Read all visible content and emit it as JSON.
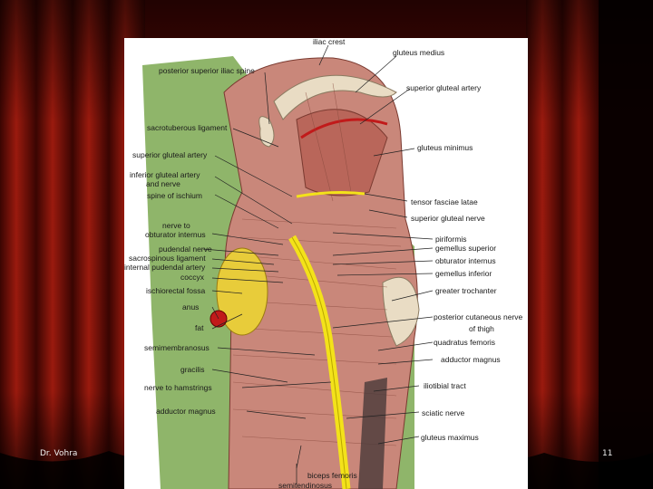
{
  "footer": {
    "author": "Dr. Vohra",
    "page_number": "11"
  },
  "labels": {
    "iliac_crest": "iliac crest",
    "gluteus_medius": "gluteus medius",
    "posterior_superior_iliac_spine": "posterior superior iliac spine",
    "superior_gluteal_artery_right": "superior gluteal artery",
    "sacrotuberous_ligament": "sacrotuberous ligament",
    "gluteus_minimus": "gluteus minimus",
    "superior_gluteal_artery_left": "superior gluteal artery",
    "inferior_gluteal_artery": "inferior gluteal artery",
    "and_nerve": "and nerve",
    "spine_of_ischium": "spine of ischium",
    "tensor_fasciae_latae": "tensor fasciae latae",
    "superior_gluteal_nerve": "superior gluteal nerve",
    "nerve_to": "nerve to",
    "obturator_internus_left": "obturator internus",
    "piriformis": "piriformis",
    "pudendal_nerve": "pudendal nerve",
    "gemellus_superior": "gemellus superior",
    "sacrospinous_ligament": "sacrospinous ligament",
    "obturator_internus_right": "obturator internus",
    "internal_pudendal_artery": "internal pudendal artery",
    "gemellus_inferior": "gemellus inferior",
    "coccyx": "coccyx",
    "ischiorectal_fossa": "ischiorectal fossa",
    "greater_trochanter": "greater trochanter",
    "anus": "anus",
    "posterior_cutaneous_nerve": "posterior cutaneous nerve",
    "of_thigh": "of thigh",
    "fat": "fat",
    "quadratus_femoris": "quadratus femoris",
    "semimembranosus": "semimembranosus",
    "adductor_magnus_right": "adductor magnus",
    "gracilis": "gracilis",
    "nerve_to_hamstrings": "nerve to hamstrings",
    "iliotibial_tract": "iliotibial tract",
    "adductor_magnus_left": "adductor magnus",
    "sciatic_nerve": "sciatic nerve",
    "gluteus_maximus": "gluteus maximus",
    "biceps_femoris": "biceps femoris",
    "semitendinosus": "semitendinosus"
  },
  "colors": {
    "curtain_red": "#8a0f08",
    "muscle": "#c9877a",
    "fascia_green": "#8fb56a",
    "nerve_yellow": "#f3e21a",
    "fat_yellow": "#e8cc3a",
    "bone": "#e9dcc4"
  }
}
